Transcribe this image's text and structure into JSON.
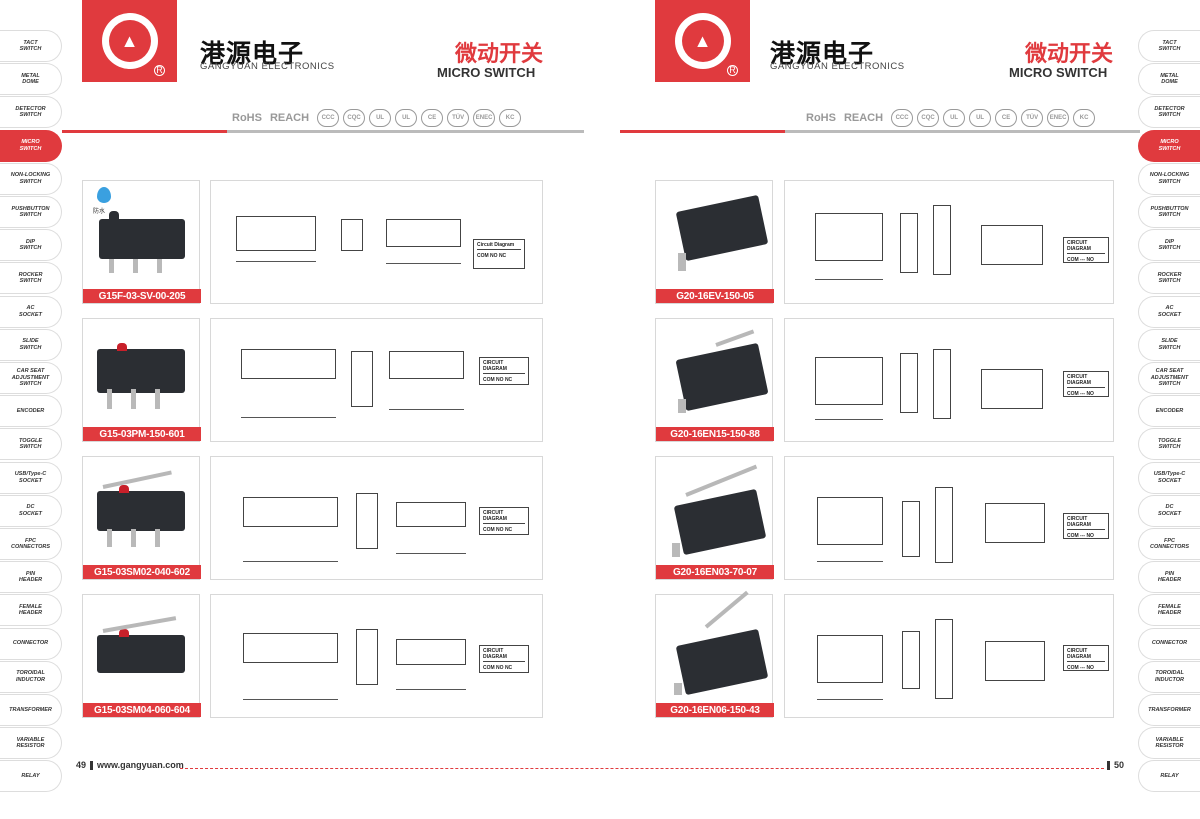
{
  "nav_tabs": [
    "TACT\nSWITCH",
    "METAL\nDOME",
    "DETECTOR\nSWITCH",
    "MICRO\nSWITCH",
    "NON-LOCKING\nSWITCH",
    "PUSHBUTTON\nSWITCH",
    "DIP\nSWITCH",
    "ROCKER\nSWITCH",
    "AC\nSOCKET",
    "SLIDE\nSWITCH",
    "CAR SEAT\nADJUSTMENT\nSWITCH",
    "ENCODER",
    "TOGGLE\nSWITCH",
    "USB/Type-C\nSOCKET",
    "DC\nSOCKET",
    "FPC\nCONNECTORS",
    "PIN\nHEADER",
    "FEMALE\nHEADER",
    "CONNECTOR",
    "TOROIDAL\nINDUCTOR",
    "TRANSFORMER",
    "VARIABLE\nRESISTOR",
    "RELAY"
  ],
  "active_tab_index": 3,
  "brand": {
    "cn": "港源电子",
    "en": "GANGYUAN ELECTRONICS"
  },
  "category": {
    "cn": "微动开关",
    "en": "MICRO SWITCH"
  },
  "certs": {
    "rohs": "RoHS",
    "reach": "REACH",
    "icons": [
      "CCC",
      "CQC",
      "UL",
      "UL",
      "CE",
      "TÜV",
      "ENEC",
      "KC"
    ]
  },
  "colors": {
    "accent": "#e03a3e",
    "body": "#2b2e33"
  },
  "left_products": [
    {
      "model": "G15F-03-SV-00-205",
      "waterproof_label": "防水",
      "circuit_title": "Circuit Diagram",
      "circuit_terms": "COM NO NC"
    },
    {
      "model": "G15-03PM-150-601",
      "circuit_title": "CIRCUIT DIAGRAM",
      "circuit_terms": "COM NO NC"
    },
    {
      "model": "G15-03SM02-040-602",
      "circuit_title": "CIRCUIT DIAGRAM",
      "circuit_terms": "COM NO NC"
    },
    {
      "model": "G15-03SM04-060-604",
      "circuit_title": "CIRCUIT DIAGRAM",
      "circuit_terms": "COM NO NC"
    }
  ],
  "right_products": [
    {
      "model": "G20-16EV-150-05",
      "circuit_title": "CIRCUIT DIAGRAM",
      "circuit_terms": "COM --- NO"
    },
    {
      "model": "G20-16EN15-150-88",
      "circuit_title": "CIRCUIT DIAGRAM",
      "circuit_terms": "COM --- NO"
    },
    {
      "model": "G20-16EN03-70-07",
      "circuit_title": "CIRCUIT DIAGRAM",
      "circuit_terms": "COM --- NO"
    },
    {
      "model": "G20-16EN06-150-43",
      "circuit_title": "CIRCUIT DIAGRAM",
      "circuit_terms": "COM --- NO"
    }
  ],
  "footer": {
    "left_page": "49",
    "website": "www.gangyuan.com",
    "right_page": "50"
  }
}
